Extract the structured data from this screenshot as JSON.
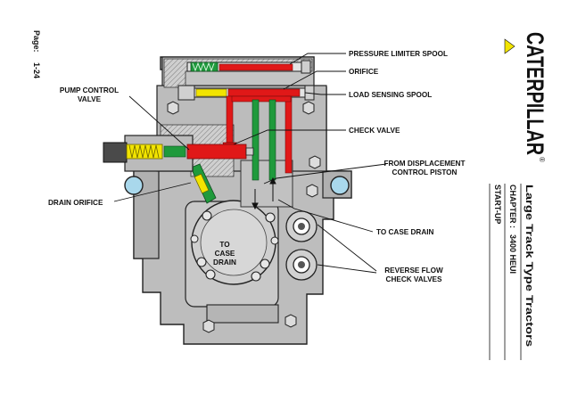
{
  "page": {
    "label": "Page:",
    "number": "1-24"
  },
  "brand": {
    "logo_text": "CATERPILLAR",
    "registered": "®"
  },
  "header": {
    "title": "Large Track Type Tractors",
    "chapter_label": "CHAPTER :",
    "chapter_value": "3400 HEUI",
    "section": "START-UP"
  },
  "labels": {
    "pressure_limiter_spool": "PRESSURE LIMITER SPOOL",
    "orifice": "ORIFICE",
    "load_sensing_spool": "LOAD SENSING SPOOL",
    "check_valve": "CHECK VALVE",
    "from_displacement_1": "FROM  DISPLACEMENT",
    "from_displacement_2": "CONTROL PISTON",
    "pump_control_1": "PUMP CONTROL",
    "pump_control_2": "VALVE",
    "drain_orifice": "DRAIN ORIFICE",
    "to_case_drain": "TO CASE DRAIN",
    "reverse_flow_1": "REVERSE FLOW",
    "reverse_flow_2": "CHECK VALVES",
    "case_drain_1": "TO",
    "case_drain_2": "CASE",
    "case_drain_3": "DRAIN"
  },
  "colors": {
    "oil_red": "#e01818",
    "oil_green": "#1f9a3c",
    "oil_yellow": "#f2e400",
    "port_blue": "#a9d8ec",
    "housing_gray": "#b9b9b9",
    "housing_dark": "#8d8d8d"
  }
}
